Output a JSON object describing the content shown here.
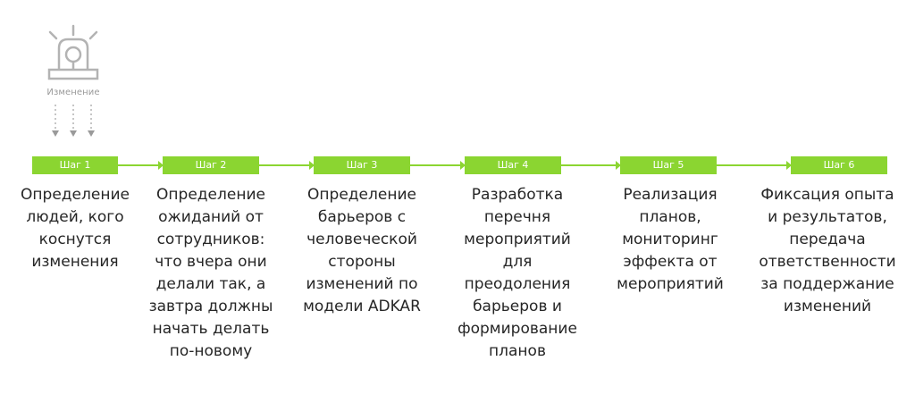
{
  "change": {
    "label": "Изменение"
  },
  "steps": [
    {
      "label": "Шаг 1",
      "description": "Определение\nлюдей, кого\nкоснутся\nизменения"
    },
    {
      "label": "Шаг 2",
      "description": "Определение\nожиданий от\nсотрудников:\nчто вчера они\nделали так, а\nзавтра должны\nначать делать\nпо-новому"
    },
    {
      "label": "Шаг 3",
      "description": "Определение\nбарьеров с\nчеловеческой\nстороны\nизменений по\nмодели ADKAR"
    },
    {
      "label": "Шаг 4",
      "description": "Разработка\nперечня\nмероприятий\nдля\nпреодоления\nбарьеров и\nформирование\nпланов"
    },
    {
      "label": "Шаг 5",
      "description": "Реализация\nпланов,\nмониторинг\nэффекта от\nмероприятий"
    },
    {
      "label": "Шаг 6",
      "description": "Фиксация опыта\nи результатов,\nпередача\nответственности\nза поддержание\nизменений"
    }
  ],
  "colors": {
    "accent": "#8bd531",
    "icon": "#b3b3b3",
    "text": "#262626"
  }
}
